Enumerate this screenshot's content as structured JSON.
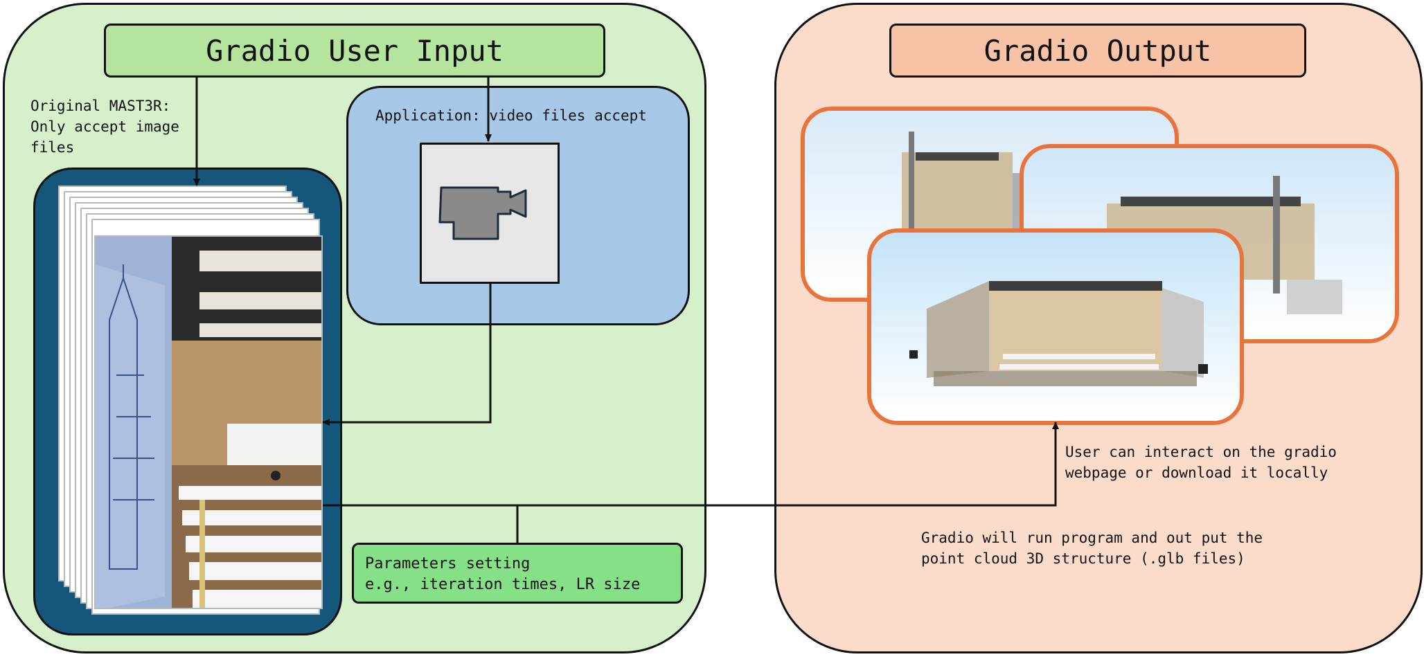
{
  "left_panel": {
    "title": "Gradio User Input",
    "original_note": "Original MAST3R:\nOnly accept image\nfiles",
    "application_label": "Application: video files accept",
    "camera_icon": "video-camera-icon",
    "parameters": "Parameters setting\ne.g., iteration times, LR size"
  },
  "right_panel": {
    "title": "Gradio Output",
    "interact_note": "User can interact on the gradio\nwebpage or download it locally",
    "run_note": "Gradio will run program and out put the\npoint cloud 3D structure (.glb files)"
  },
  "colors": {
    "input_panel": "#d7f0cc",
    "output_panel": "#fbdccb",
    "input_title": "#b4e49e",
    "output_title": "#f7c3a6",
    "application_box": "#a7c8e7",
    "image_stack_bg": "#14577a",
    "parameters_box": "#85e087",
    "output_frame_border": "#e8743b"
  }
}
